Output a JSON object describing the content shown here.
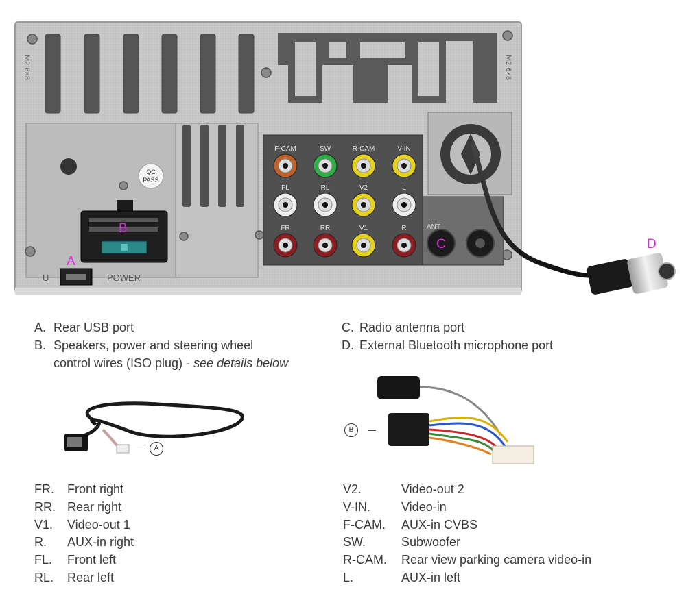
{
  "device": {
    "callouts": {
      "a": "A",
      "b": "B",
      "c": "C",
      "d": "D"
    },
    "port_labels": {
      "row1": [
        "F-CAM",
        "SW",
        "R-CAM",
        "V-IN"
      ],
      "row2": [
        "FL",
        "RL",
        "V2",
        "L"
      ],
      "row3": [
        "FR",
        "RR",
        "V1",
        "R"
      ],
      "ant": "ANT",
      "u": "U",
      "power": "POWER",
      "qc_line1": "QC",
      "qc_line2": "PASS",
      "side_left": "M2.6×8",
      "side_right": "M2.6×8"
    },
    "colors": {
      "callout": "#d62bd6",
      "chassis": "#c8c8c8",
      "f_cam": "#c0602a",
      "sw": "#2fae45",
      "yellow": "#e6d21e",
      "white": "#eeeeee",
      "red": "#8c1e22"
    }
  },
  "legend_top": {
    "a": {
      "letter": "A.",
      "text": "Rear USB port"
    },
    "b": {
      "letter": "B.",
      "text_line1": "Speakers, power and steering wheel",
      "text_line2": "control wires (ISO plug) - ",
      "text_italic": "see details below"
    },
    "c": {
      "letter": "C.",
      "text": "Radio antenna port"
    },
    "d": {
      "letter": "D.",
      "text": "External Bluetooth microphone port"
    }
  },
  "cable_tags": {
    "usb": "A",
    "iso": "B"
  },
  "legend_bottom_left": [
    {
      "abbr": "FR.",
      "desc": "Front right"
    },
    {
      "abbr": "RR.",
      "desc": "Rear right"
    },
    {
      "abbr": "V1.",
      "desc": "Video-out 1"
    },
    {
      "abbr": "R.",
      "desc": "AUX-in right"
    },
    {
      "abbr": "FL.",
      "desc": "Front left"
    },
    {
      "abbr": "RL.",
      "desc": "Rear left"
    }
  ],
  "legend_bottom_right": [
    {
      "abbr": "V2.",
      "desc": "Video-out 2"
    },
    {
      "abbr": "V-IN.",
      "desc": "Video-in"
    },
    {
      "abbr": "F-CAM.",
      "desc": "AUX-in CVBS"
    },
    {
      "abbr": "SW.",
      "desc": "Subwoofer"
    },
    {
      "abbr": "R-CAM.",
      "desc": "Rear view parking camera video-in"
    },
    {
      "abbr": "L.",
      "desc": "AUX-in left"
    }
  ]
}
